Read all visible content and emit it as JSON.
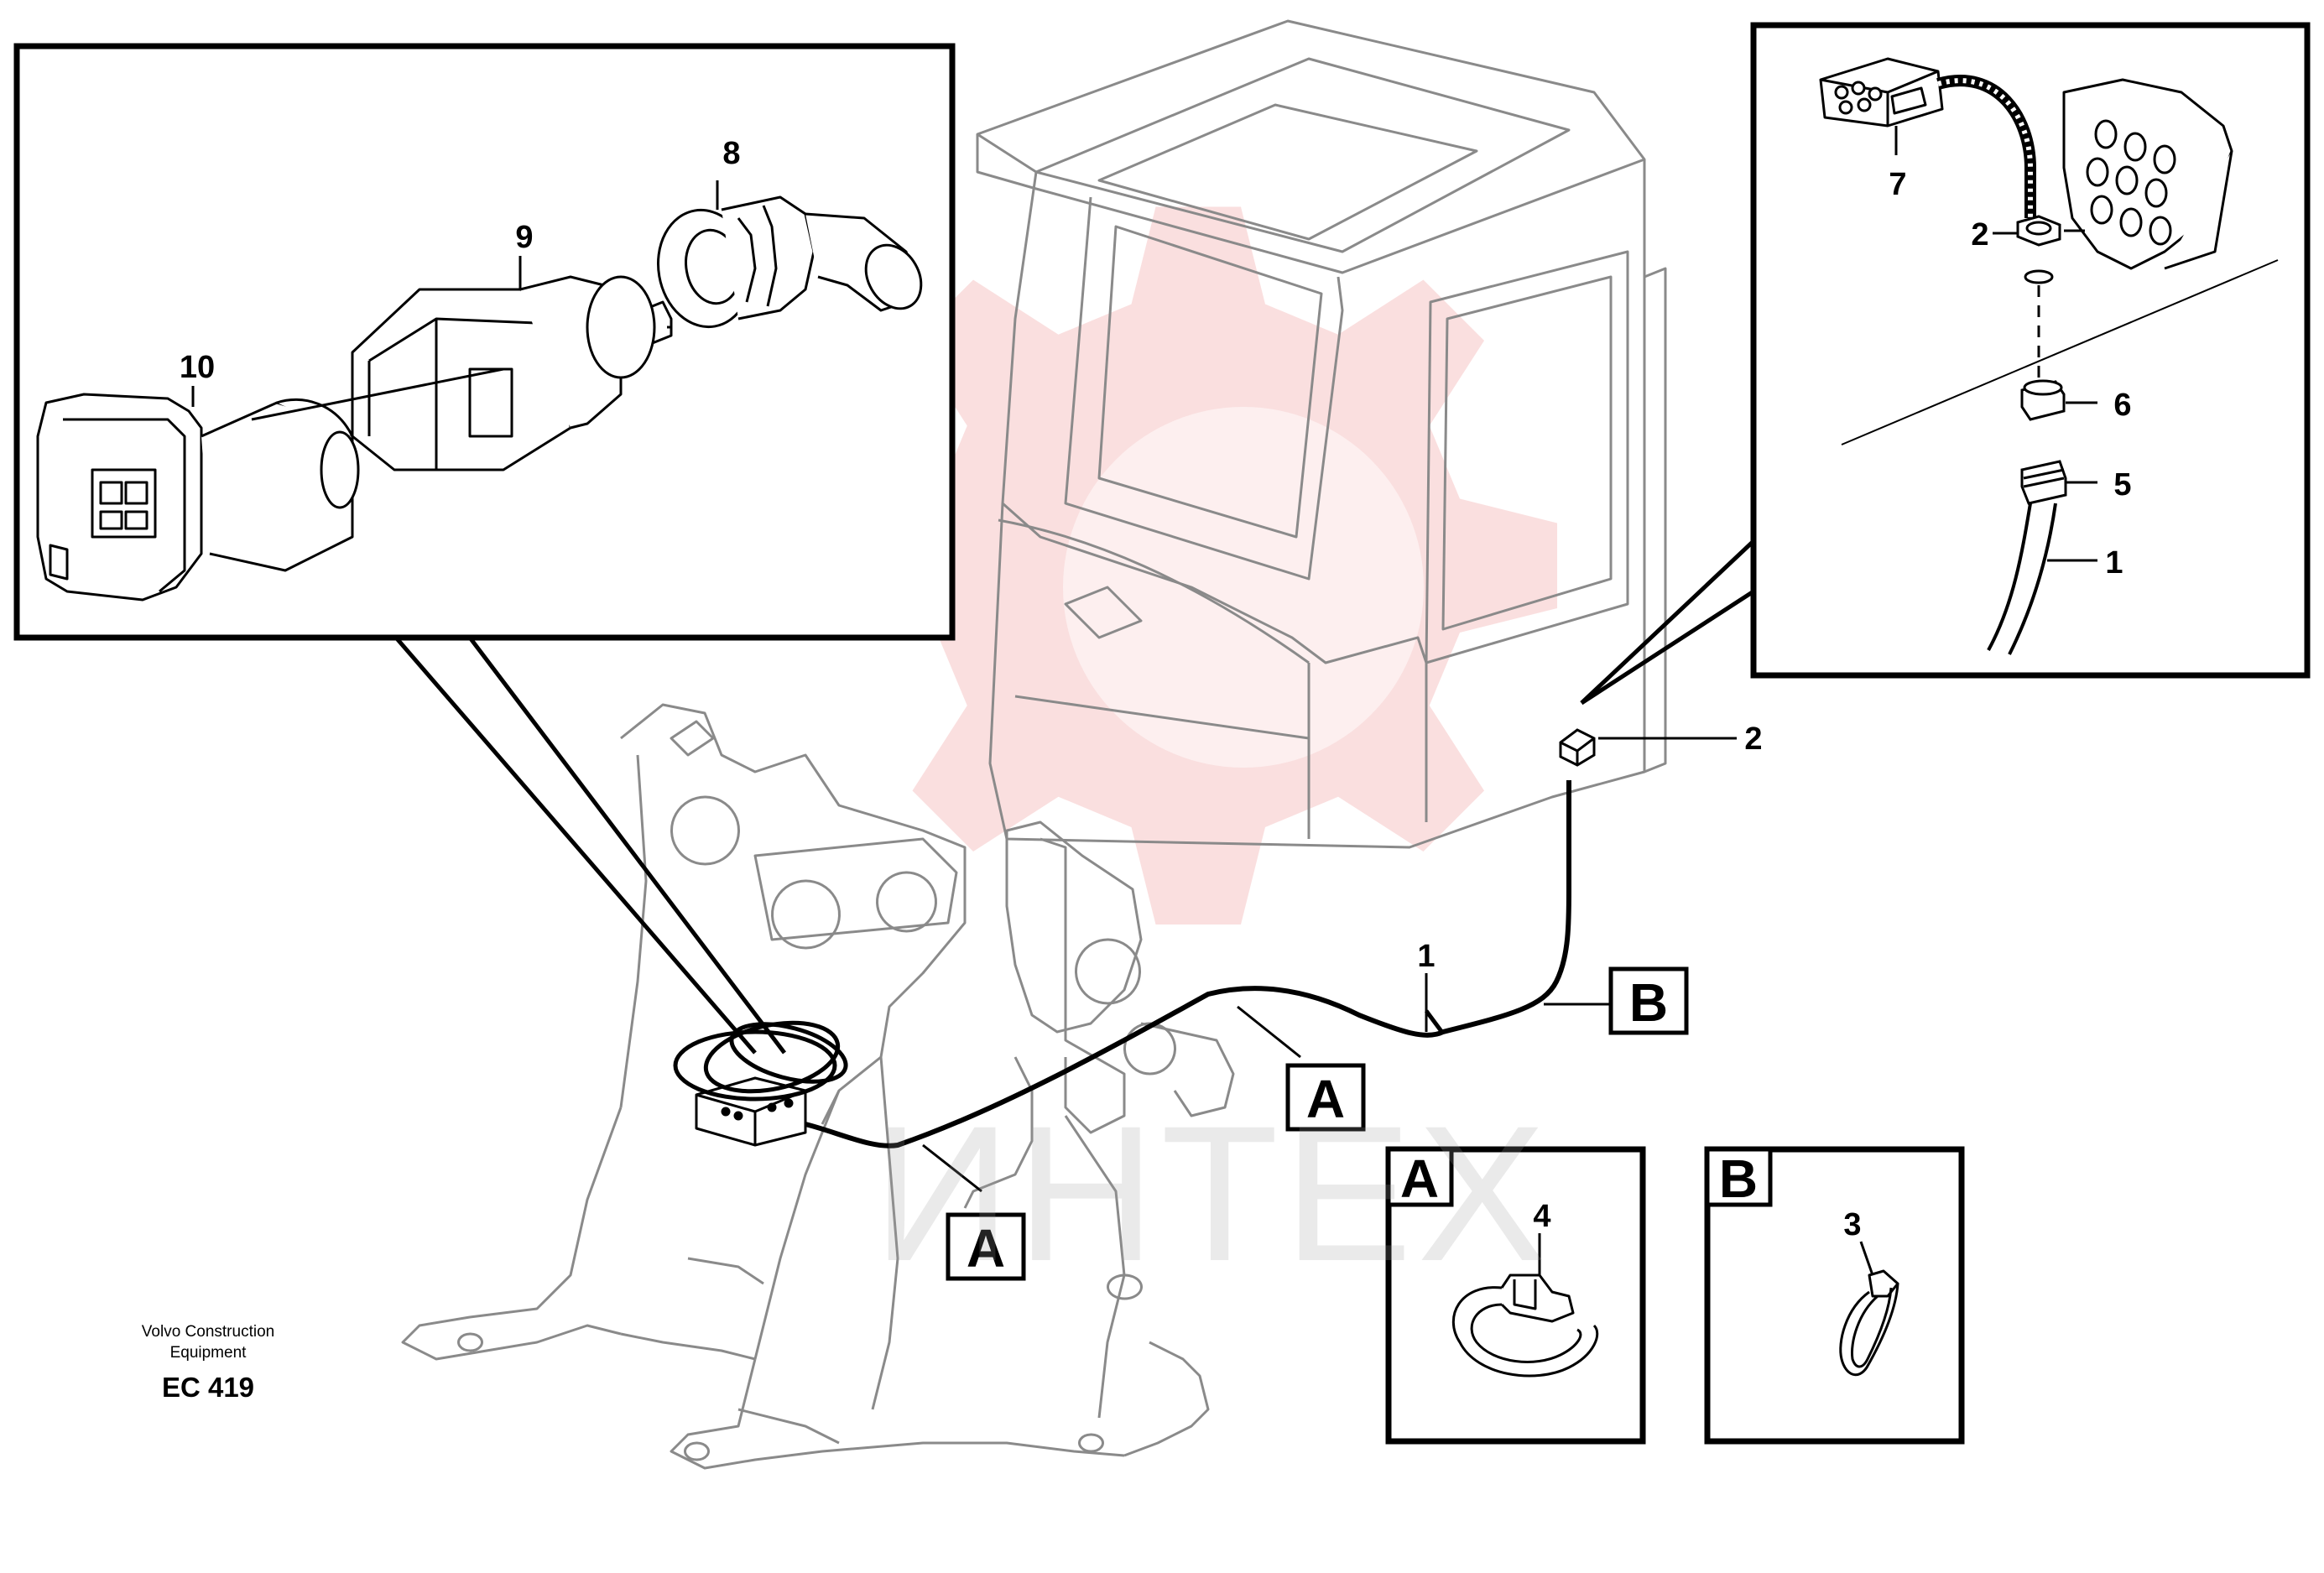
{
  "diagram": {
    "credit_line1": "Volvo Construction",
    "credit_line2": "Equipment",
    "figure_code": "EC 419",
    "watermark_text": "ИНТЕХ",
    "callouts": {
      "c1_main": "1",
      "c2_main": "2",
      "c1_inset": "1",
      "c2_inset": "2",
      "c3": "3",
      "c4": "4",
      "c5": "5",
      "c6": "6",
      "c7": "7",
      "c8": "8",
      "c9": "9",
      "c10": "10"
    },
    "section_markers": {
      "a_upper": "A",
      "a_lower": "A",
      "b_main": "B",
      "a_detail": "A",
      "b_detail": "B"
    }
  },
  "colors": {
    "line": "#000000",
    "outline": "#8a8a8a",
    "watermark_red": "#e23c3c"
  }
}
